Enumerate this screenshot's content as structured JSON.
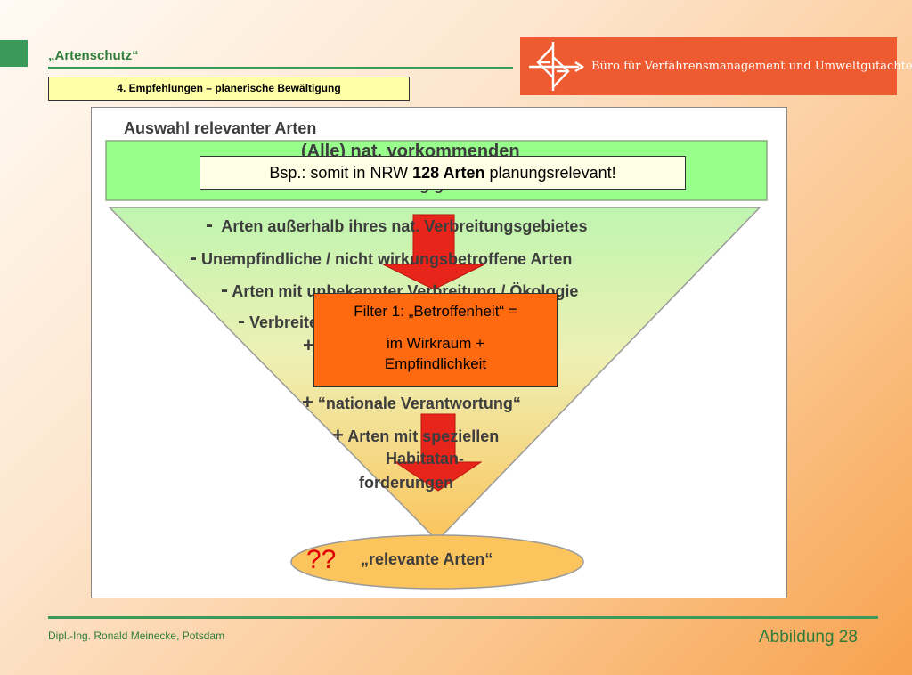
{
  "header": {
    "title": "„Artenschutz“",
    "section": "4. Empfehlungen – planerische Bewältigung",
    "logo_text": "Büro für Verfahrensmanagement und Umweltgutachten"
  },
  "figure": {
    "title": "Auswahl relevanter Arten",
    "green_box_line1": "(Alle) nat. vorkommenden",
    "green_box_line2": "besonders und streng geschützte Arten",
    "filter_items": [
      {
        "sign": "-",
        "text": "Arten außerhalb ihres nat. Verbreitungsgebietes"
      },
      {
        "sign": "-",
        "text": "Unempfindliche / nicht wirkungsbetroffene Arten"
      },
      {
        "sign": "-",
        "text": "Arten mit unbekannter Verbreitung / Ökologie"
      },
      {
        "sign": "-",
        "text": "Verbreitete / ungefährdete Arten"
      },
      {
        "sign": "+",
        "text": ")"
      },
      {
        "sign": "+",
        "text": "“nationale Verantwortung“"
      },
      {
        "sign": "+",
        "text": "Arten mit speziellen"
      }
    ],
    "habitat_line1": "Habitatan-",
    "habitat_line2": "forderungen",
    "question": "??",
    "result_label": "„relevante Arten“",
    "note_pre": "Bsp.: somit in NRW ",
    "note_bold": "128 Arten",
    "note_post": " planungsrelevant!",
    "filter_box_line1": "Filter 1: „Betroffenheit“ =",
    "filter_box_line2": "im Wirkraum +",
    "filter_box_line3": "Empfindlichkeit"
  },
  "footer": {
    "author": "Dipl.-Ing. Ronald Meinecke, Potsdam",
    "figure_number": "Abbildung 28"
  },
  "colors": {
    "accent_green": "#3a9a5a",
    "logo_orange": "#ef5b30",
    "filter_orange": "#ff6a10",
    "arrow_red": "#e8251b"
  }
}
